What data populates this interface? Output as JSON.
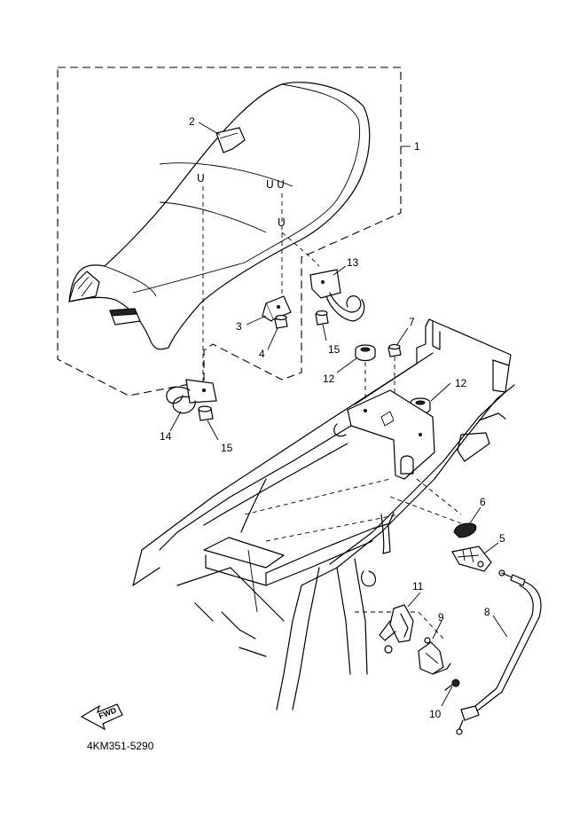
{
  "diagram": {
    "callouts": [
      {
        "id": "c1",
        "label": "1"
      },
      {
        "id": "c2",
        "label": "2"
      },
      {
        "id": "c3",
        "label": "3"
      },
      {
        "id": "c4",
        "label": "4"
      },
      {
        "id": "c5",
        "label": "5"
      },
      {
        "id": "c6",
        "label": "6"
      },
      {
        "id": "c7",
        "label": "7"
      },
      {
        "id": "c8",
        "label": "8"
      },
      {
        "id": "c9",
        "label": "9"
      },
      {
        "id": "c10",
        "label": "10"
      },
      {
        "id": "c11",
        "label": "11"
      },
      {
        "id": "c12a",
        "label": "12"
      },
      {
        "id": "c12b",
        "label": "12"
      },
      {
        "id": "c13",
        "label": "13"
      },
      {
        "id": "c14",
        "label": "14"
      },
      {
        "id": "c15a",
        "label": "15"
      },
      {
        "id": "c15b",
        "label": "15"
      }
    ],
    "fwd_label": "FWD",
    "drawing_code": "4KM351-5290"
  }
}
